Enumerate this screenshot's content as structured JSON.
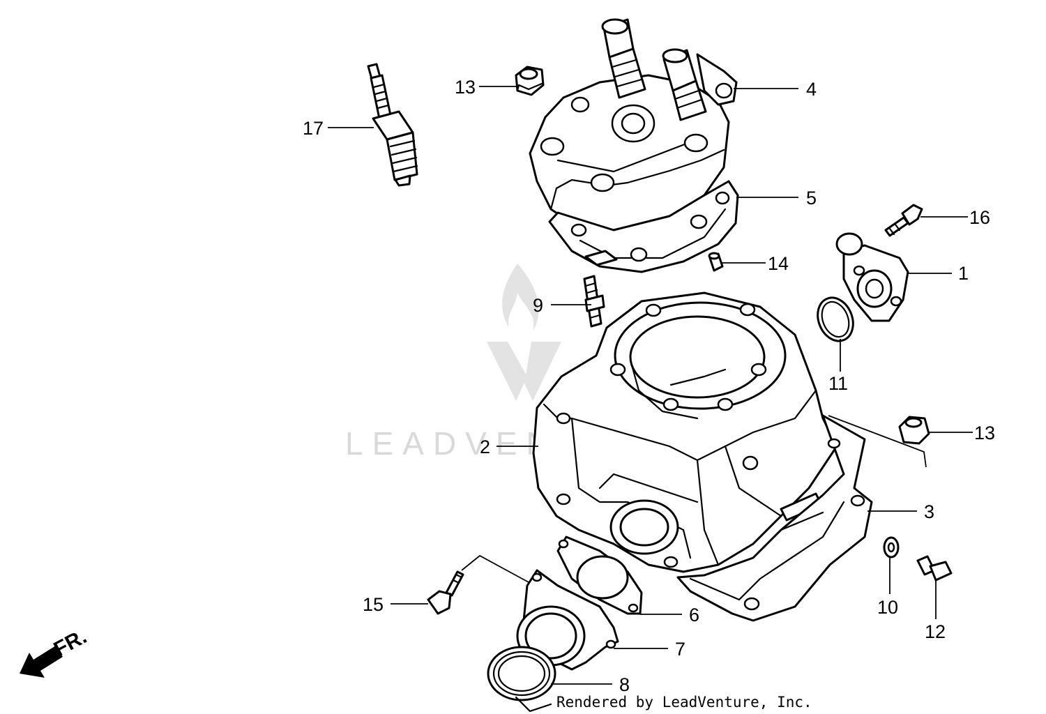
{
  "watermark": {
    "brand": "LEADVENTURE"
  },
  "credit": "Rendered by LeadVenture, Inc.",
  "direction_label": "FR.",
  "callouts": {
    "c1": "1",
    "c2": "2",
    "c3": "3",
    "c4": "4",
    "c5": "5",
    "c6": "6",
    "c7": "7",
    "c8": "8",
    "c9": "9",
    "c10": "10",
    "c11": "11",
    "c12": "12",
    "c13a": "13",
    "c13b": "13",
    "c14": "14",
    "c15": "15",
    "c16": "16",
    "c17": "17"
  },
  "parts": [
    "spark-plug",
    "cylinder-head",
    "head-gasket",
    "cylinder",
    "cylinder-base-gasket",
    "exhaust-flange",
    "reed-gasket",
    "intake-joint",
    "intake-band",
    "stud-bolt",
    "dowel-pin",
    "head-nut",
    "o-ring",
    "water-outlet-joint",
    "washer",
    "bolt",
    "flange-bolt"
  ]
}
